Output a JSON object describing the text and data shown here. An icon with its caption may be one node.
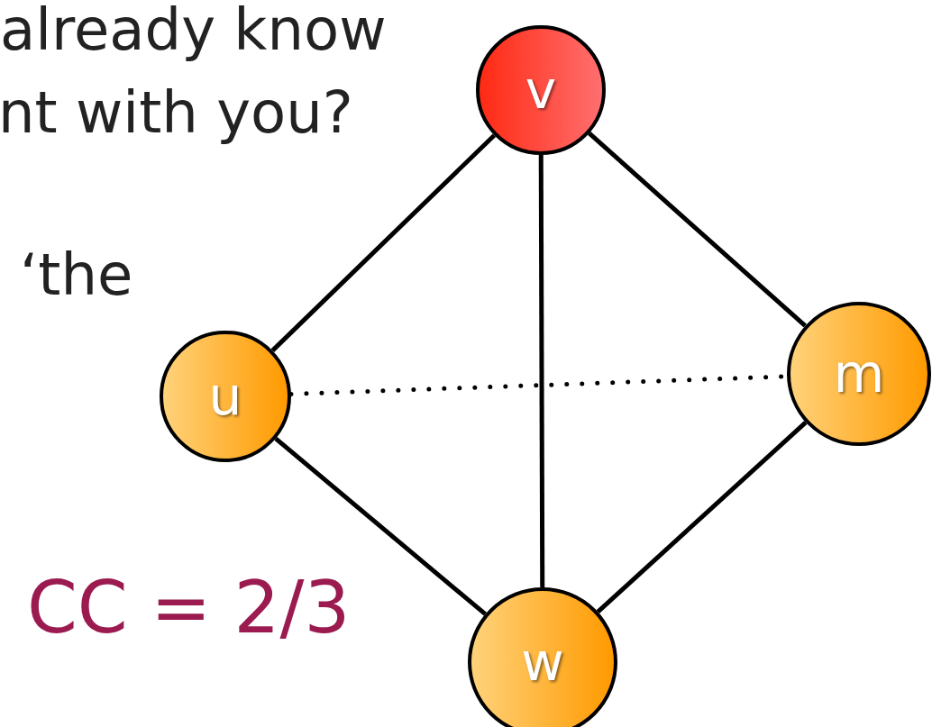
{
  "diagram": {
    "nodes": [
      {
        "text": [
          "v"
        ]
      },
      {
        "text": [
          "u"
        ]
      },
      {
        "text": [
          "m"
        ]
      },
      {
        "text": [
          "w"
        ]
      }
    ],
    "edges": [
      {
        "from": 0,
        "to": 1,
        "arrow": "none"
      },
      {
        "from": 0,
        "to": 3,
        "arrow": "none"
      },
      {
        "from": 0,
        "to": 2,
        "arrow": "none"
      },
      {
        "from": 1,
        "to": 2,
        "arrow": "none",
        "style": "dashed"
      },
      {
        "from": 1,
        "to": 3,
        "arrow": "none"
      },
      {
        "from": 2,
        "to": 3,
        "arrow": "none"
      }
    ],
    "labels": [
      "already know",
      "nt with you?",
      "‘the",
      "CC = 2/3"
    ]
  }
}
